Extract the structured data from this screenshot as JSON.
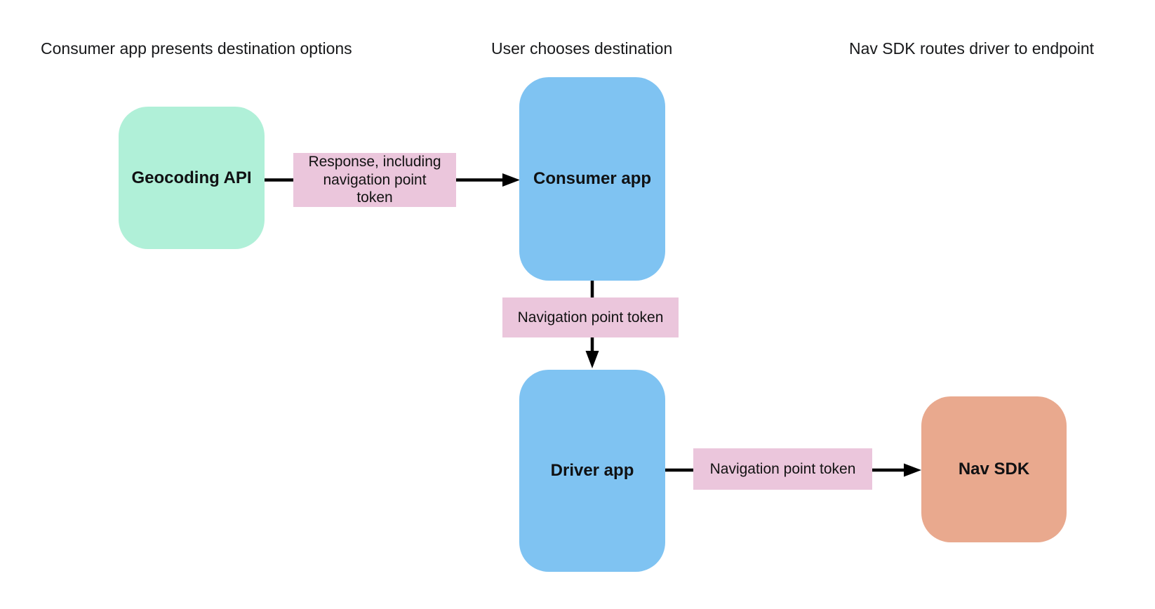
{
  "canvas": {
    "background": "#ffffff"
  },
  "colors": {
    "node_green": "#b0f0d8",
    "node_blue": "#7fc3f2",
    "node_orange": "#e9a98e",
    "edge_label_bg": "#ebc6dc",
    "line": "#000000",
    "text": "#141414"
  },
  "headers": [
    {
      "label": "Consumer app presents destination options"
    },
    {
      "label": "User chooses destination"
    },
    {
      "label": "Nav SDK routes driver to endpoint"
    }
  ],
  "nodes": [
    {
      "id": "geocoding-api",
      "label": "Geocoding API"
    },
    {
      "id": "consumer-app",
      "label": "Consumer app"
    },
    {
      "id": "driver-app",
      "label": "Driver app"
    },
    {
      "id": "nav-sdk",
      "label": "Nav SDK"
    }
  ],
  "edges": [
    {
      "id": "geocoding-to-consumer",
      "label": "Response, including\nnavigation point\ntoken"
    },
    {
      "id": "consumer-to-driver",
      "label": "Navigation point token"
    },
    {
      "id": "driver-to-navsdk",
      "label": "Navigation point token"
    }
  ]
}
